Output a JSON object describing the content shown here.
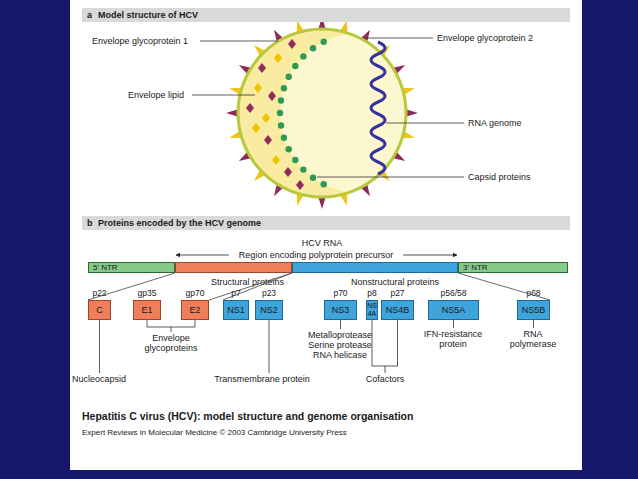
{
  "diagram": {
    "caption": "Hepatitis C virus (HCV): model structure and genome organisation",
    "nodes": [
      {
        "text": [
          "a",
          "Model structure of HCV"
        ]
      },
      {
        "text": [
          "b",
          "Proteins encoded by the HCV genome"
        ]
      },
      {
        "text": [
          "5' NTR"
        ]
      },
      {
        "text": [
          "Structural proteins"
        ]
      },
      {
        "text": [
          "Nonstructural proteins"
        ]
      },
      {
        "text": [
          "3' NTR"
        ]
      },
      {
        "text": [
          "p22",
          "C"
        ]
      },
      {
        "text": [
          "gp35",
          "E1"
        ]
      },
      {
        "text": [
          "gp70",
          "E2"
        ]
      },
      {
        "text": [
          "p7",
          "NS1"
        ]
      },
      {
        "text": [
          "p23",
          "NS2"
        ]
      },
      {
        "text": [
          "p70",
          "NS3"
        ]
      },
      {
        "text": [
          "p8",
          "NS 4A"
        ]
      },
      {
        "text": [
          "p27",
          "NS4B"
        ]
      },
      {
        "text": [
          "p56/58",
          "NS5A"
        ]
      },
      {
        "text": [
          "p68",
          "NS5B"
        ]
      }
    ],
    "edges": [
      {
        "from": 3,
        "to": 6,
        "arrow": "none"
      },
      {
        "from": 3,
        "to": 8,
        "arrow": "none"
      },
      {
        "from": 4,
        "to": 9,
        "arrow": "none"
      },
      {
        "from": 4,
        "to": 15,
        "arrow": "none"
      }
    ],
    "labels": [
      "Envelope glycoprotein 1",
      "Envelope glycoprotein 2",
      "Envelope lipid",
      "RNA genome",
      "Capsid proteins",
      "HCV RNA",
      "Region encoding polyprotein precursor",
      "Envelope glycoproteins",
      "Metalloprotease Serine protease RNA helicase",
      "IFN-resistance protein",
      "RNA polymerase",
      "Nucleocapsid",
      "Transmembrane protein",
      "Cofactors",
      "Expert Reviews in Molecular Medicine © 2003 Cambridge University Press"
    ]
  }
}
